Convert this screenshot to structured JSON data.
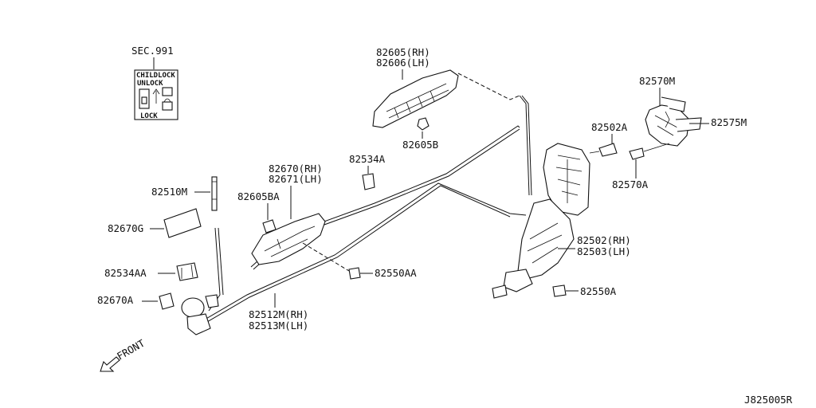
{
  "drawing_id": "J825005R",
  "sec_ref": "SEC.991",
  "child_lock": {
    "title": "CHILDLOCK",
    "unlock": "UNLOCK",
    "lock": "LOCK"
  },
  "front_label": "FRONT",
  "parts": {
    "p82605": "82605(RH)",
    "p82606": "82606(LH)",
    "p82605b": "82605B",
    "p82570m": "82570M",
    "p82575m": "82575M",
    "p82502a": "82502A",
    "p82570a": "82570A",
    "p82534a": "82534A",
    "p82670": "82670(RH)",
    "p82671": "82671(LH)",
    "p82510m": "82510M",
    "p82605ba": "82605BA",
    "p82670g": "82670G",
    "p82534aa": "82534AA",
    "p82670a": "82670A",
    "p82550aa": "82550AA",
    "p82512m": "82512M(RH)",
    "p82513m": "82513M(LH)",
    "p82502": "82502(RH)",
    "p82503": "82503(LH)",
    "p82550a": "82550A"
  }
}
